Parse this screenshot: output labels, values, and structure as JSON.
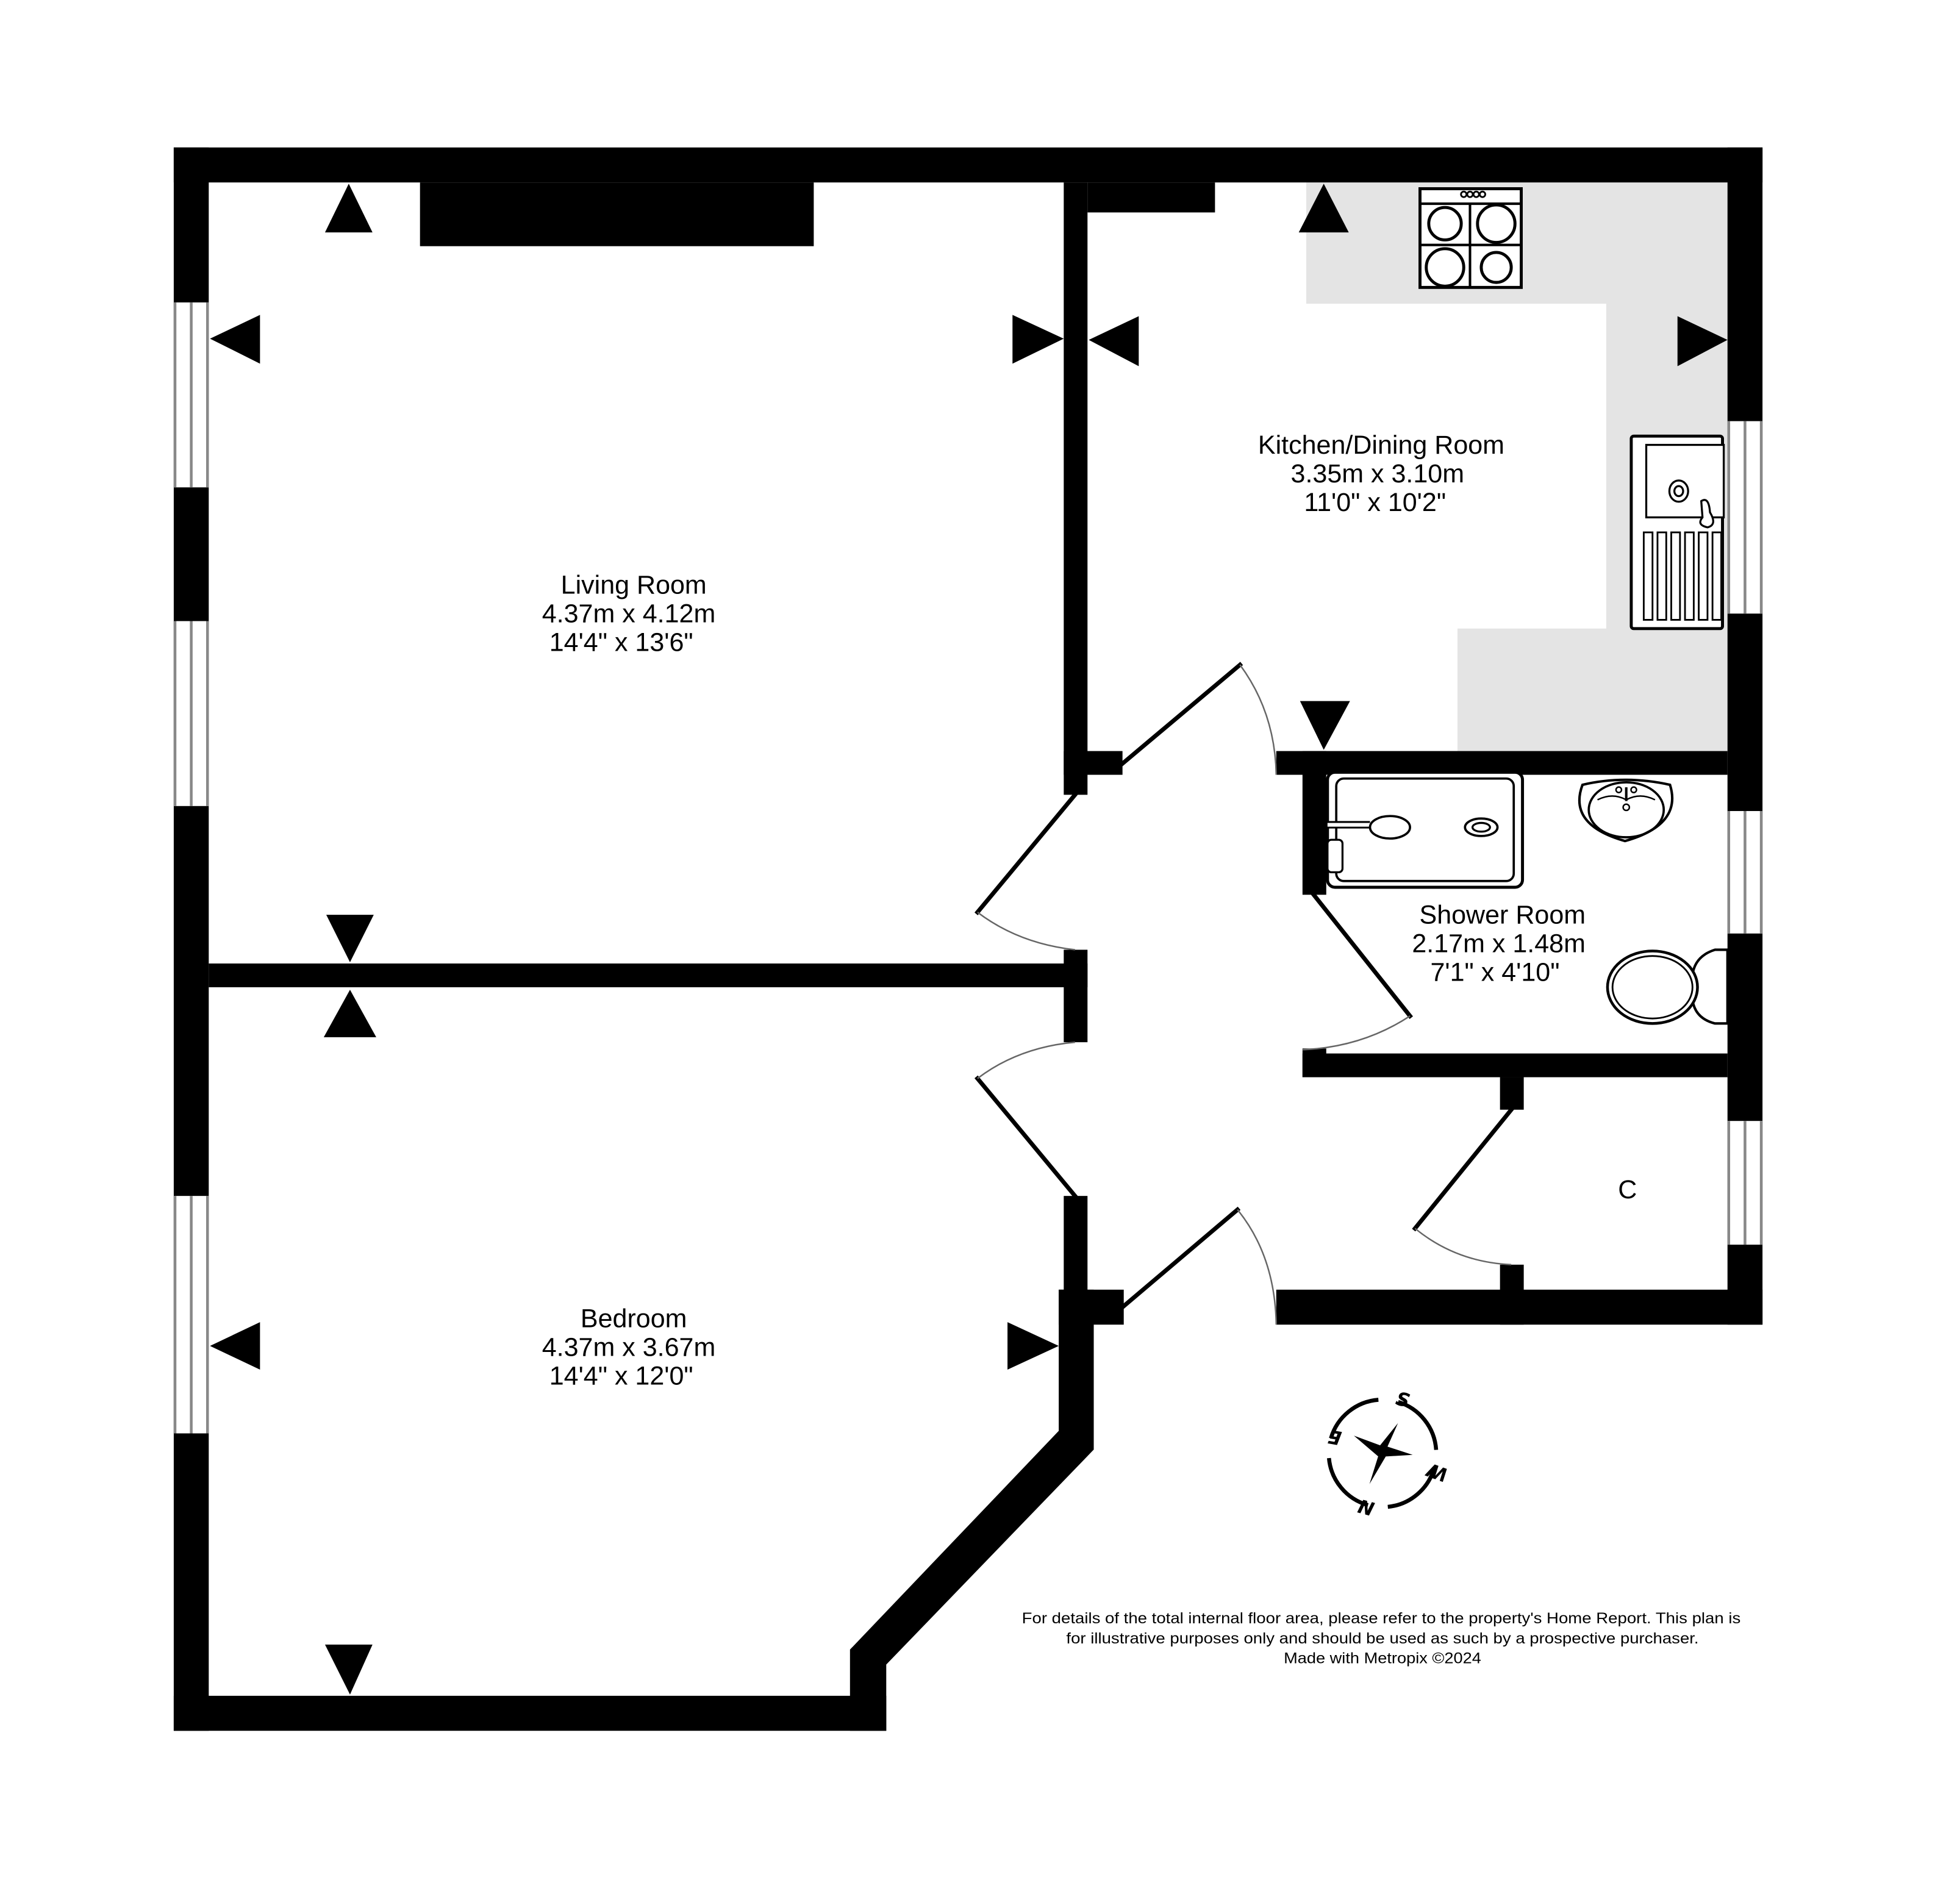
{
  "plan": {
    "colors": {
      "wall": "#000000",
      "countertop": "#e4e4e4",
      "window_frame": "#888888",
      "background": "#ffffff"
    },
    "rooms": [
      {
        "id": "living",
        "name": "Living Room",
        "metric": "4.37m  x 4.12m",
        "imperial": "14'4\"  x 13'6\""
      },
      {
        "id": "kitchen",
        "name": "Kitchen/Dining Room",
        "metric": "3.35m  x 3.10m",
        "imperial": "11'0\"  x 10'2\""
      },
      {
        "id": "shower",
        "name": "Shower Room",
        "metric": "2.17m  x 1.48m",
        "imperial": "7'1\"  x 4'10\""
      },
      {
        "id": "bedroom",
        "name": "Bedroom",
        "metric": "4.37m  x 3.67m",
        "imperial": "14'4\"  x 12'0\""
      },
      {
        "id": "cupboard",
        "name": "C"
      }
    ],
    "compass": {
      "letters": {
        "north": "N",
        "south": "S",
        "east": "E",
        "west": "W"
      },
      "rotation_deg": 195
    },
    "fixtures": [
      "fireplace",
      "gas-hob",
      "kitchen-sink",
      "shower-tray",
      "wash-basin",
      "toilet"
    ],
    "footer": {
      "line1": "For details of the total internal floor area, please refer to the property's Home Report. This plan is",
      "line2": "for illustrative purposes only and should be used as such by a prospective purchaser.",
      "line3": "Made with Metropix ©2024"
    }
  }
}
